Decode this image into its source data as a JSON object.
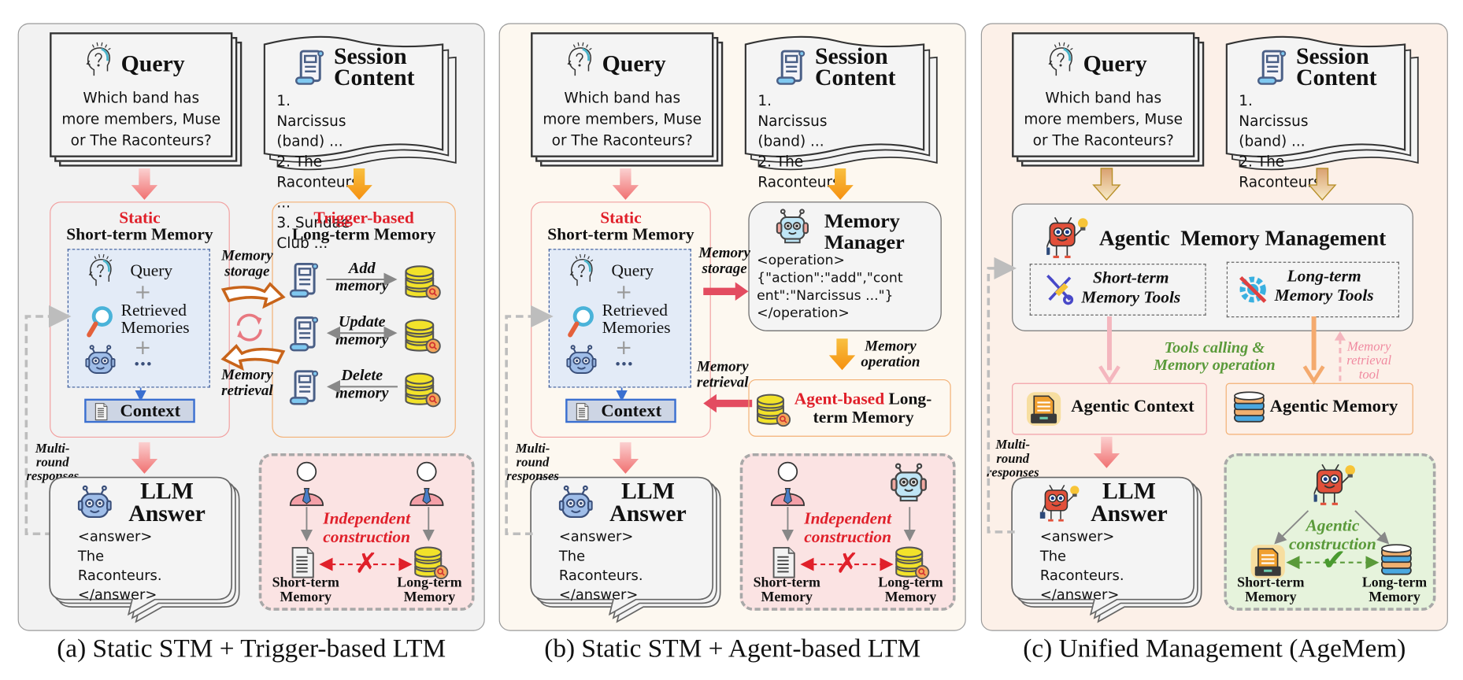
{
  "captions": {
    "a": "(a) Static STM + Trigger-based LTM",
    "b": "(b) Static STM + Agent-based LTM",
    "c": "(c) Unified Management (AgeMem)"
  },
  "query": {
    "title": "Query",
    "lines": [
      "Which band has",
      "more members, Muse",
      "or The Raconteurs?"
    ]
  },
  "session": {
    "title_1": "Session",
    "title_2": "Content",
    "items": [
      "1. Narcissus (band) ...",
      "2. The Raconteurs ...",
      "3. Sundae Club ..."
    ]
  },
  "stm": {
    "highlight": "Static",
    "title": "Short-term Memory",
    "query": "Query",
    "retrieved_1": "Retrieved",
    "retrieved_2": "Memories",
    "ellipsis": "•••",
    "context": "Context"
  },
  "panel_a": {
    "ltm_highlight": "Trigger-based",
    "ltm_title": "Long-term Memory",
    "storage_1": "Memory",
    "storage_2": "storage",
    "retrieval_1": "Memory",
    "retrieval_2": "retrieval",
    "ops": [
      {
        "l1": "Add",
        "l2": "memory"
      },
      {
        "l1": "Update",
        "l2": "memory"
      },
      {
        "l1": "Delete",
        "l2": "memory"
      }
    ]
  },
  "panel_b": {
    "manager_1": "Memory",
    "manager_2": "Manager",
    "op_lines": [
      "<operation>",
      "{\"action\":\"add\",\"cont",
      "ent\":\"Narcissus ...\"}",
      "</operation>"
    ],
    "storage_1": "Memory",
    "storage_2": "storage",
    "retrieval_1": "Memory",
    "retrieval_2": "retrieval",
    "operation_1": "Memory",
    "operation_2": "operation",
    "ltm_highlight": "Agent-based",
    "ltm_rest_1": " Long-",
    "ltm_rest_2": "term Memory"
  },
  "panel_c": {
    "amm_title": "Agentic  Memory Management",
    "stm_tools_1": "Short-term",
    "stm_tools_2": "Memory Tools",
    "ltm_tools_1": "Long-term",
    "ltm_tools_2": "Memory Tools",
    "tools_calling_1": "Tools calling &",
    "tools_calling_2": "Memory operation",
    "retrieval_tool_1": "Memory",
    "retrieval_tool_2": "retrieval tool",
    "agentic_context": "Agentic Context",
    "agentic_memory": "Agentic Memory",
    "construction_1": "Agentic",
    "construction_2": "construction"
  },
  "multi_round": {
    "l1": "Multi-round",
    "l2": "responses"
  },
  "answer": {
    "title_1": "LLM",
    "title_2": "Answer",
    "lines": [
      "<answer>",
      "The Raconteurs.",
      "</answer>"
    ]
  },
  "independent": {
    "l1": "Independent",
    "l2": "construction",
    "stm_1": "Short-term",
    "stm_2": "Memory",
    "ltm_1": "Long-term",
    "ltm_2": "Memory"
  },
  "colors": {
    "panel_a_bg": "#f2f2f2",
    "panel_b_bg": "#fdf8f0",
    "panel_c_bg": "#fcf0e8",
    "red": "#e0202a",
    "green": "#5a9a3a",
    "orange": "#f5a020",
    "pink": "#f08a8a",
    "stm_box": "#e3ebf7",
    "indep_bg": "#fbe3e3",
    "agentic_bg": "#e6f3dc"
  }
}
